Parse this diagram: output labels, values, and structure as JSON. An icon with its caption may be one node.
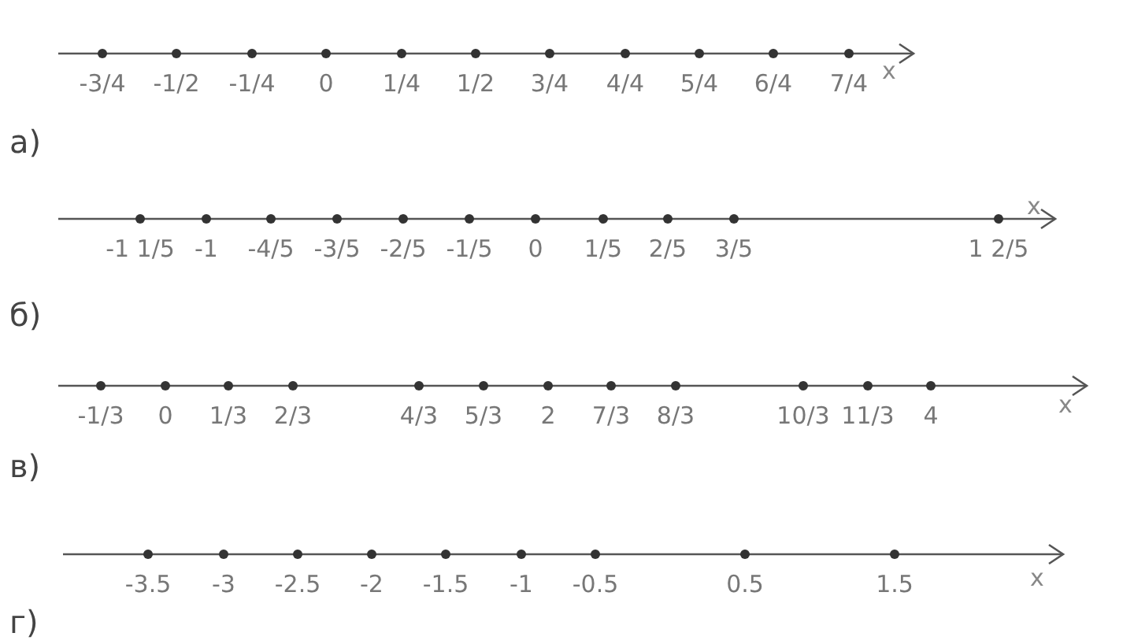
{
  "diagram": {
    "labels": [
      "-3/4",
      "-1/2",
      "-1/4",
      "0",
      "1/4",
      "1/2",
      "3/4",
      "4/4",
      "5/4",
      "6/4",
      "7/4",
      "x",
      "а)",
      "-1 1/5",
      "-1",
      "-4/5",
      "-3/5",
      "-2/5",
      "-1/5",
      "0",
      "1/5",
      "2/5",
      "3/5",
      "1 2/5",
      "x",
      "б)",
      "-1/3",
      "0",
      "1/3",
      "2/3",
      "4/3",
      "5/3",
      "2",
      "7/3",
      "8/3",
      "10/3",
      "11/3",
      "4",
      "x",
      "в)",
      "-3.5",
      "-3",
      "-2.5",
      "-2",
      "-1.5",
      "-1",
      "-0.5",
      "0.5",
      "1.5",
      "x",
      "г)"
    ]
  }
}
